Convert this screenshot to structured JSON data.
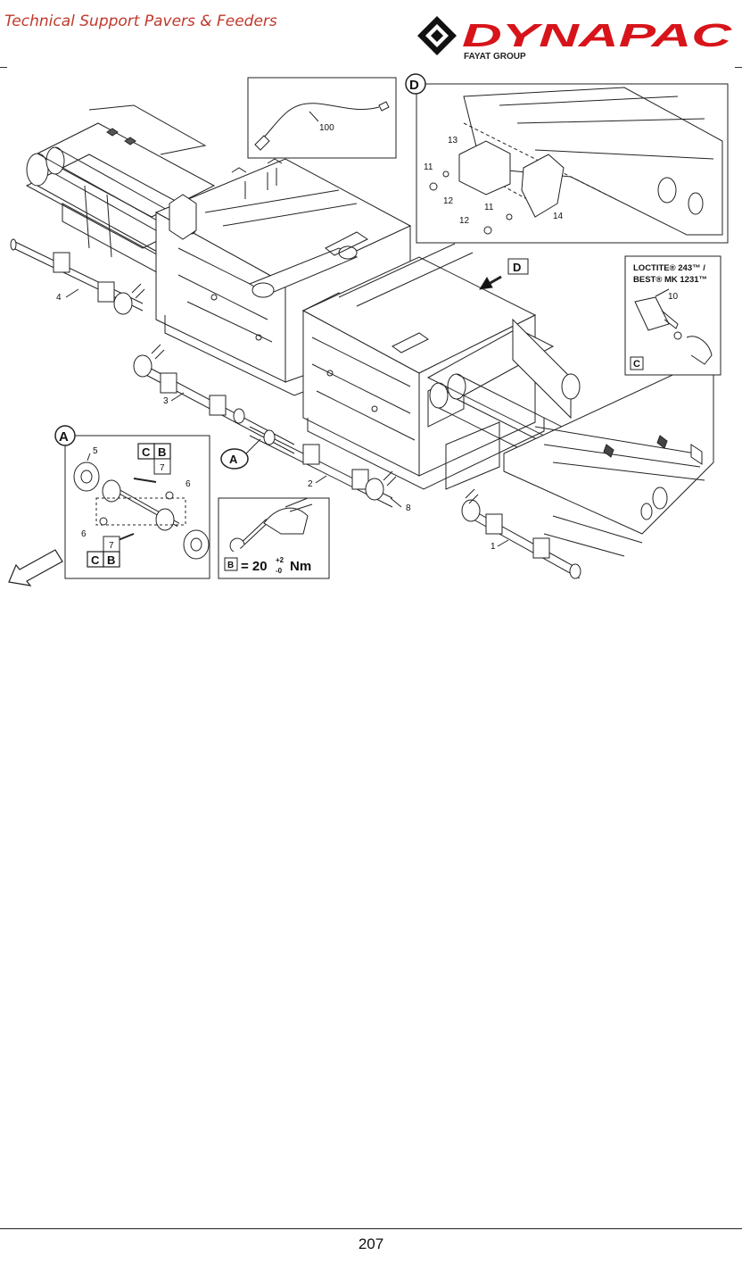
{
  "header": {
    "title": "Technical Support Pavers & Feeders",
    "brand": "DYNAPAC",
    "brand_sub": "FAYAT GROUP",
    "brand_color": "#d7141a",
    "title_color": "#c0392b"
  },
  "figure": {
    "callouts": {
      "c100": "100",
      "c13": "13",
      "c11a": "11",
      "c12a": "12",
      "c11b": "11",
      "c12b": "12",
      "c14": "14",
      "c4": "4",
      "c3": "3",
      "c2": "2",
      "c1": "1",
      "c8": "8",
      "c10": "10",
      "c5": "5",
      "c6a": "6",
      "c6b": "6",
      "c7a": "7",
      "c7b": "7"
    },
    "view_labels": {
      "d_detail": "D",
      "d_arrow": "D",
      "a_detail": "A",
      "a_pointer": "A",
      "c_detail": "C"
    },
    "code_boxes": {
      "c": "C",
      "b": "B"
    },
    "loctite": {
      "line1": "LOCTITE® 243™ /",
      "line2": "BEST® MK 1231™"
    },
    "torque": {
      "box": "B",
      "text": "= 20",
      "tol_plus": "+2",
      "tol_minus": "-0",
      "unit": "Nm"
    }
  },
  "footer": {
    "page_number": "207"
  }
}
